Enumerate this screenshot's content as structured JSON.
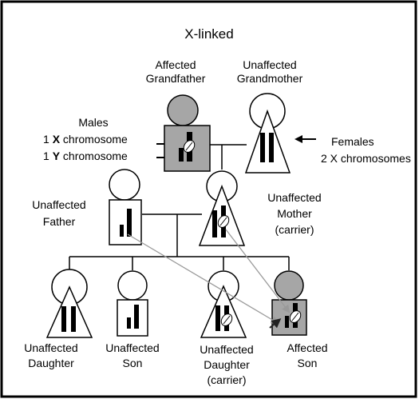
{
  "title": "X-linked",
  "colors": {
    "affected_fill": "#a6a6a6",
    "line": "#000000",
    "inheritance_arrow": "#9a9a9a"
  },
  "labels": {
    "grandfather": [
      "Affected",
      "Grandfather"
    ],
    "grandmother": [
      "Unaffected",
      "Grandmother"
    ],
    "males_note": {
      "line1": "Males",
      "line2_num": "1 ",
      "line2_letter": "X",
      "line2_rest": " chromosome",
      "line3_num": "1 ",
      "line3_letter": "Y",
      "line3_rest": " chromosome"
    },
    "females_note": [
      "Females",
      "2 X chromosomes"
    ],
    "father": [
      "Unaffected",
      "Father"
    ],
    "mother": [
      "Unaffected",
      "Mother",
      "(carrier)"
    ],
    "daughter1": [
      "Unaffected",
      "Daughter"
    ],
    "son1": [
      "Unaffected",
      "Son"
    ],
    "daughter2": [
      "Unaffected",
      "Daughter",
      "(carrier)"
    ],
    "son2": [
      "Affected",
      "Son"
    ]
  },
  "pedigree": {
    "grandfather": {
      "sex": "male",
      "affected": true
    },
    "grandmother": {
      "sex": "female",
      "affected": false
    },
    "father": {
      "sex": "male",
      "affected": false
    },
    "mother": {
      "sex": "female",
      "affected": false,
      "carrier": true
    },
    "daughter1": {
      "sex": "female",
      "affected": false
    },
    "son1": {
      "sex": "male",
      "affected": false
    },
    "daughter2": {
      "sex": "female",
      "affected": false,
      "carrier": true
    },
    "son2": {
      "sex": "male",
      "affected": true
    }
  }
}
